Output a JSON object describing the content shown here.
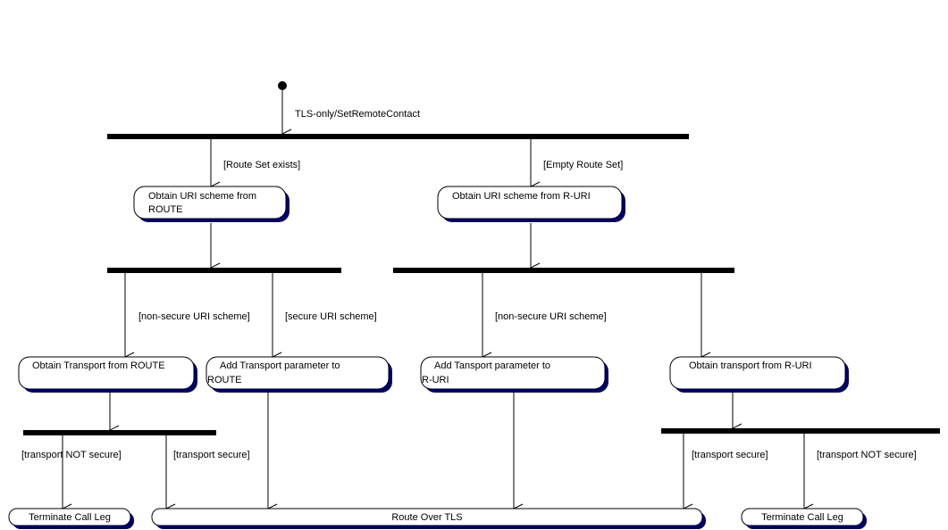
{
  "nodes": {
    "route_uri": {
      "line1": "Obtain URI scheme from",
      "line2": "ROUTE"
    },
    "ruri_uri": {
      "line1": "Obtain URI scheme from R-URI",
      "line2": ""
    },
    "transport_route": {
      "line1": "Obtain Transport from ROUTE",
      "line2": ""
    },
    "add_route": {
      "line1": "Add Transport parameter to",
      "line2": "ROUTE"
    },
    "add_ruri": {
      "line1": "Add Tansport  parameter to",
      "line2": "R-URI"
    },
    "transport_ruri": {
      "line1": "Obtain transport from R-URI",
      "line2": ""
    },
    "terminate_left": {
      "line1": "Terminate Call Leg"
    },
    "route_tls": {
      "line1": "Route Over TLS"
    },
    "terminate_right": {
      "line1": "Terminate Call Leg"
    }
  },
  "labels": {
    "start": "TLS-only/SetRemoteContact",
    "route_set_exists": "[Route Set exists]",
    "empty_route_set": "[Empty Route Set]",
    "nonsecure_left": "[non-secure URI scheme]",
    "secure_left": "[secure URI scheme]",
    "nonsecure_right": "[non-secure URI scheme]",
    "transport_not_secure_left": "[transport NOT secure]",
    "transport_secure_left": "[transport secure]",
    "transport_secure_right": "[transport secure]",
    "transport_not_secure_right": "[transport NOT secure]"
  }
}
